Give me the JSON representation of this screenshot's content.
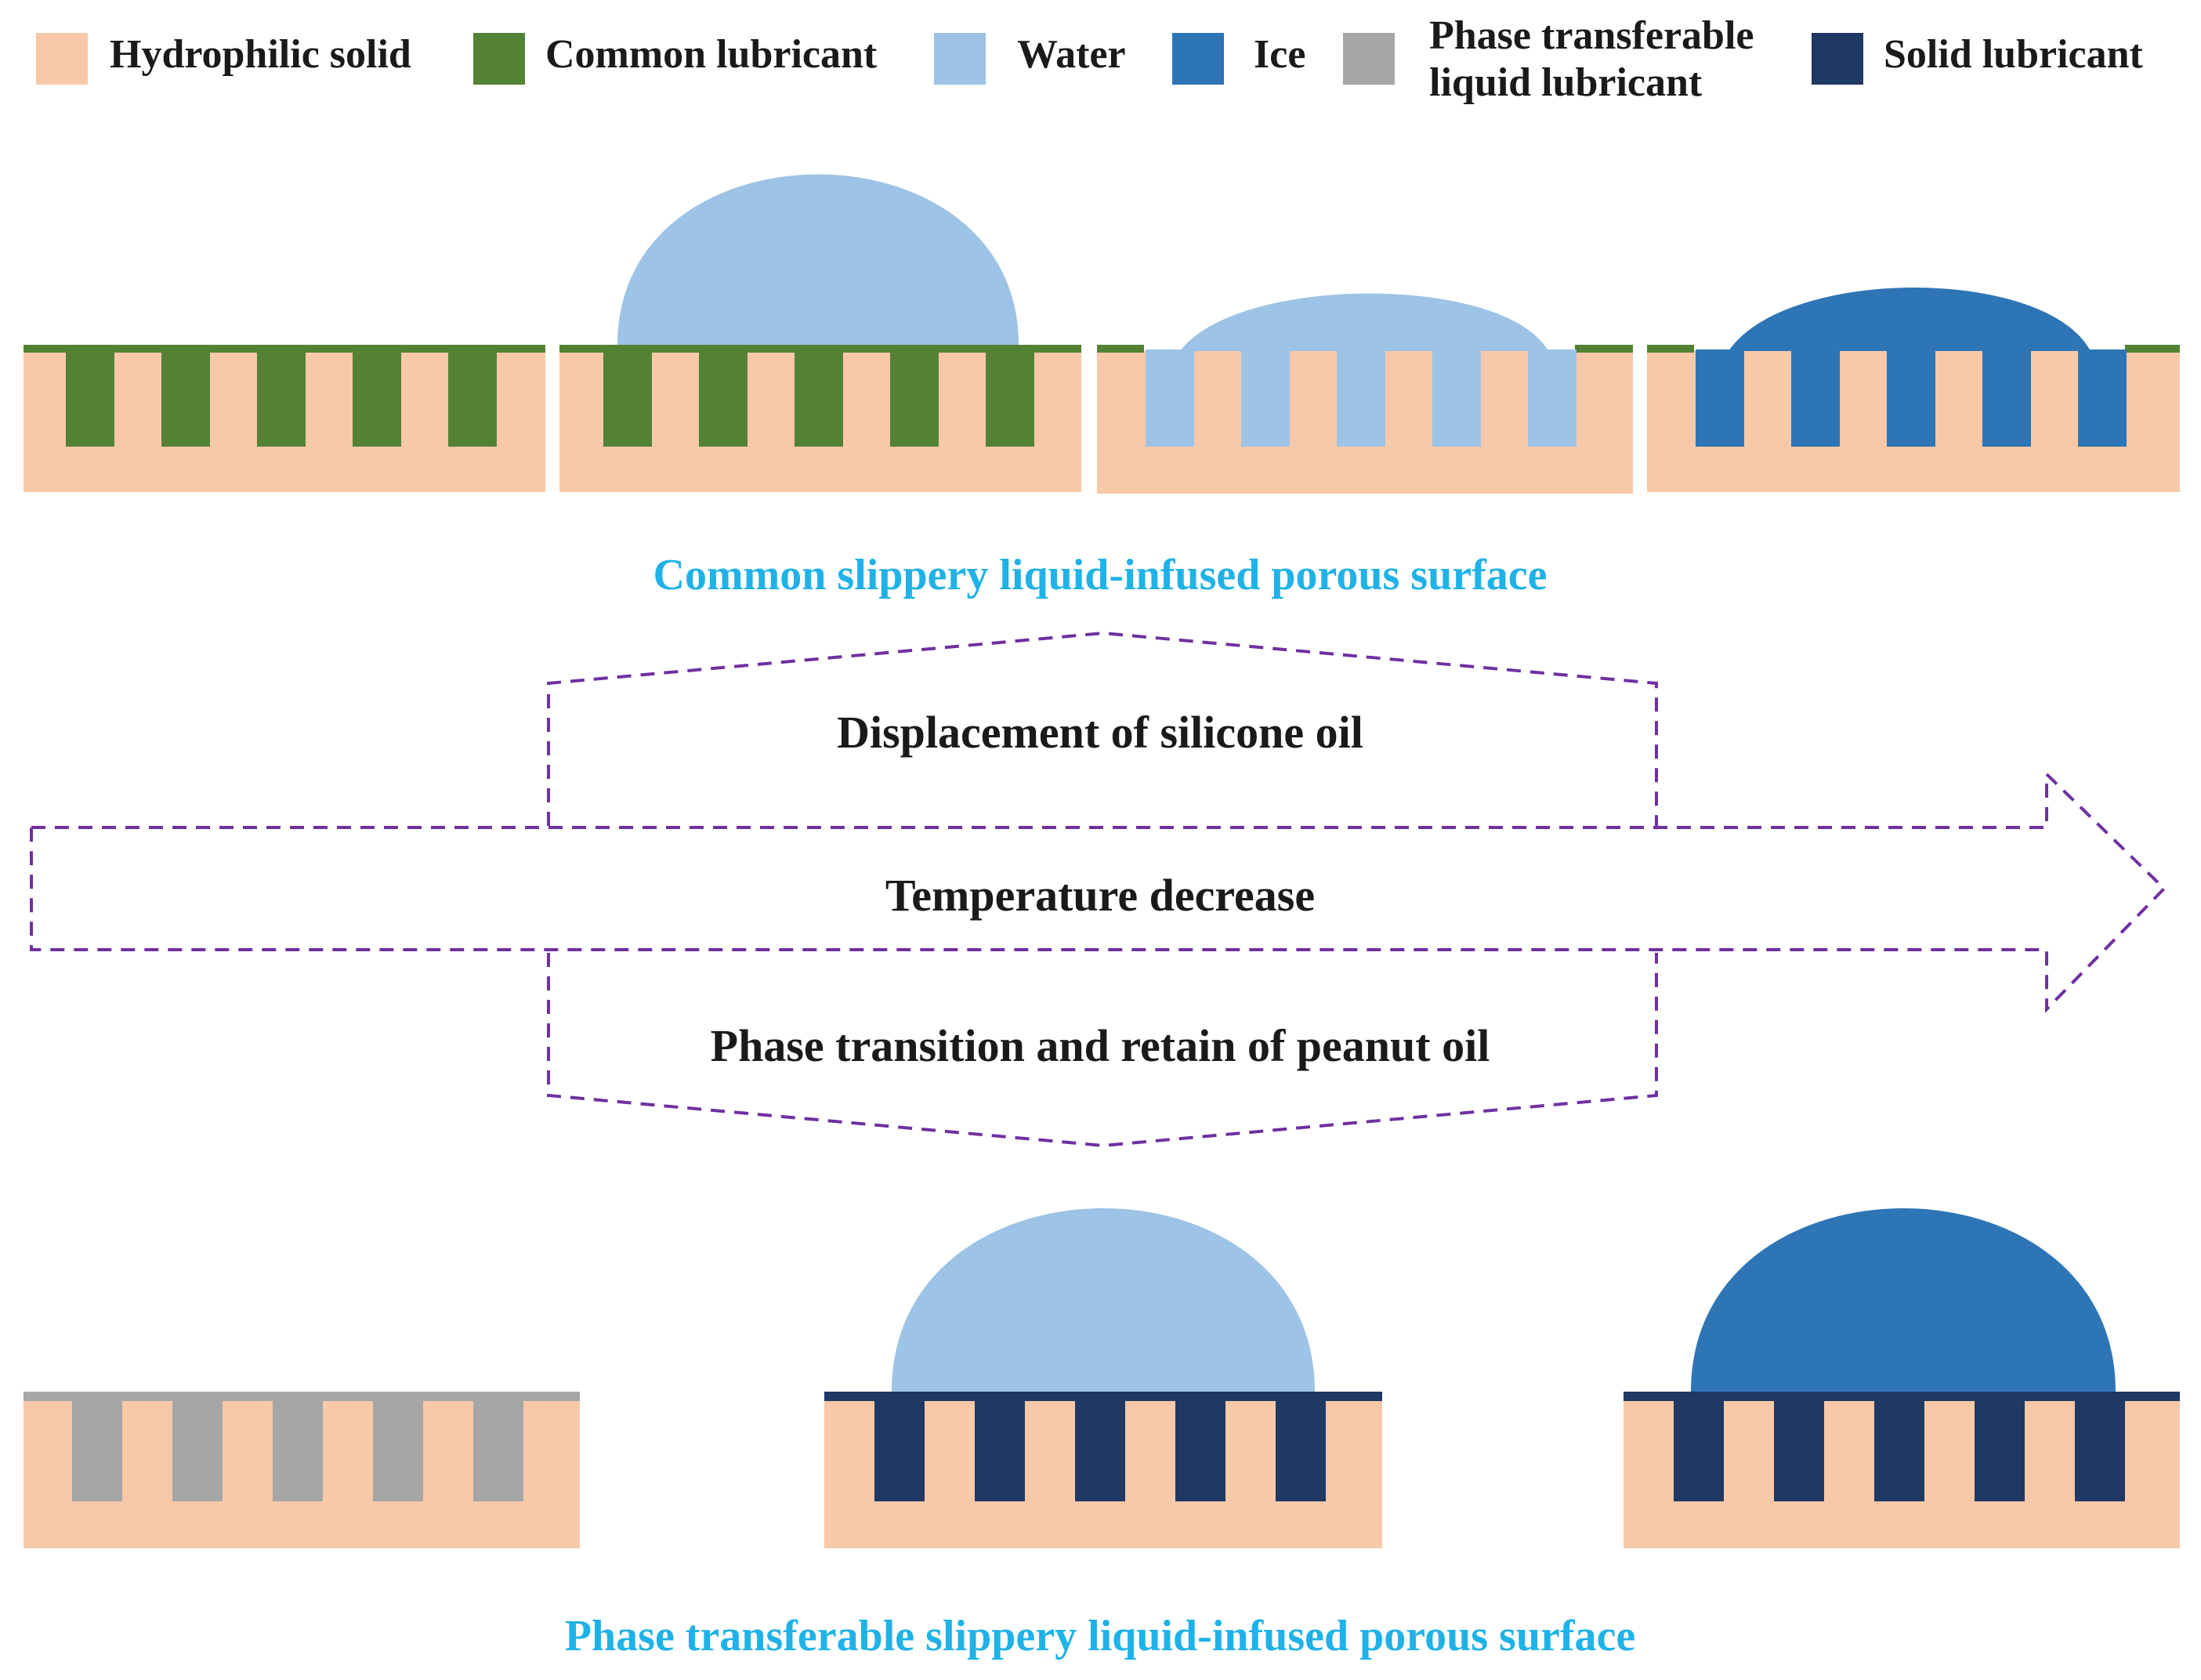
{
  "colors": {
    "hydrophilic_solid": "#F7C9A8",
    "common_lubricant": "#548235",
    "water": "#9DC3E6",
    "ice": "#2E75B6",
    "phase_transferable_liquid_lubricant": "#A6A6A6",
    "solid_lubricant": "#203864",
    "caption": "#1FB2E8",
    "dashed_outline": "#7030A0"
  },
  "legend": [
    {
      "label": "Hydrophilic solid",
      "color_key": "hydrophilic_solid"
    },
    {
      "label": "Common lubricant",
      "color_key": "common_lubricant"
    },
    {
      "label": "Water",
      "color_key": "water"
    },
    {
      "label": "Ice",
      "color_key": "ice"
    },
    {
      "label": "Phase transferable",
      "label_line2": "liquid lubricant",
      "color_key": "phase_transferable_liquid_lubricant"
    },
    {
      "label": "Solid lubricant",
      "color_key": "solid_lubricant"
    }
  ],
  "top_caption": "Common slippery liquid-infused porous surface",
  "flow": {
    "top_label": "Displacement of silicone oil",
    "middle_label": "Temperature decrease",
    "bottom_label": "Phase transition and retain of peanut oil"
  },
  "bottom_caption": "Phase transferable slippery liquid-infused porous surface",
  "top_panels": [
    {
      "pore_fill": "common_lubricant",
      "droplet": "none"
    },
    {
      "pore_fill": "common_lubricant",
      "droplet": "water"
    },
    {
      "pore_fill": "water",
      "droplet": "water"
    },
    {
      "pore_fill": "ice",
      "droplet": "ice"
    }
  ],
  "bottom_panels": [
    {
      "pore_fill": "phase_transferable_liquid_lubricant",
      "droplet": "none"
    },
    {
      "pore_fill": "solid_lubricant",
      "droplet": "water"
    },
    {
      "pore_fill": "solid_lubricant",
      "droplet": "ice"
    }
  ]
}
